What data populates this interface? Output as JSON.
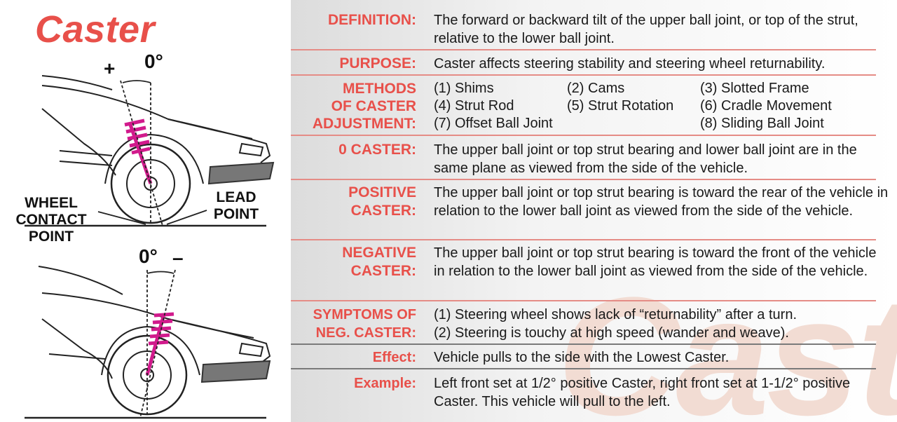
{
  "title": "Caster",
  "diagram": {
    "top_plus": "+",
    "top_zero": "0°",
    "wheel_contact": "WHEEL\nCONTACT\nPOINT",
    "lead_point": "LEAD\nPOINT",
    "bottom_zero": "0°",
    "bottom_minus": "–"
  },
  "watermark": "Caster",
  "rows": [
    {
      "label": "DEFINITION:",
      "text": "The forward or backward tilt of the upper ball joint, or top of the strut, relative to the lower ball joint."
    },
    {
      "label": "PURPOSE:",
      "text": "Caster affects steering stability and steering wheel returnability."
    },
    {
      "label": "METHODS\nOF CASTER\nADJUSTMENT:",
      "methods": [
        "(1) Shims",
        "(2) Cams",
        "(3) Slotted Frame",
        "(4) Strut Rod",
        "(5) Strut Rotation",
        "(6) Cradle Movement",
        "(7) Offset Ball Joint",
        "",
        "(8) Sliding Ball Joint"
      ]
    },
    {
      "label": "0 CASTER:",
      "text": "The upper ball joint or top strut bearing and lower ball joint are in the same plane as viewed from the side of the vehicle."
    },
    {
      "label": "POSITIVE\nCASTER:",
      "text": "The upper ball joint or top strut bearing is toward the rear of the vehicle in relation to the lower ball joint as viewed from the side of the vehicle."
    },
    {
      "label": "NEGATIVE\nCASTER:",
      "text": "The upper ball joint or top strut bearing is toward the front of the vehicle in relation to the lower ball joint as viewed from the side of the vehicle."
    },
    {
      "label": "SYMPTOMS OF\nNEG. CASTER:",
      "text": "(1) Steering wheel shows lack of “returnability” after a turn.\n(2) Steering is touchy at high speed (wander and weave)."
    },
    {
      "label": "Effect:",
      "text": "Vehicle pulls to the side with the Lowest Caster."
    },
    {
      "label": "Example:",
      "text": "Left front set at 1/2° positive Caster, right front set at 1-1/2° positive Caster. This vehicle will pull to the left."
    }
  ],
  "colors": {
    "accent": "#e8504a",
    "separator": "#e58c86",
    "spring": "#d11a8c",
    "watermark": "#f2dcd3"
  }
}
